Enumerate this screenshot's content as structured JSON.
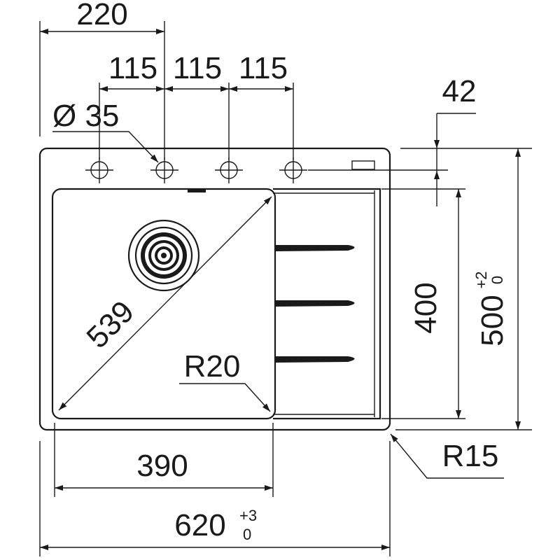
{
  "dimensions": {
    "tap_offset": "220",
    "hole_spacing_1": "115",
    "hole_spacing_2": "115",
    "hole_spacing_3": "115",
    "hole_diameter": "Ø 35",
    "rim_to_bowl": "42",
    "bowl_diagonal": "539",
    "bowl_radius": "R20",
    "bowl_depth_length": "400",
    "overall_length": "500",
    "overall_length_tol_upper": "+2",
    "overall_length_tol_lower": "0",
    "bowl_width": "390",
    "corner_radius": "R15",
    "overall_width": "620",
    "overall_width_tol_upper": "+3",
    "overall_width_tol_lower": "0"
  },
  "colors": {
    "line": "#1a1a1a",
    "background": "#ffffff"
  }
}
